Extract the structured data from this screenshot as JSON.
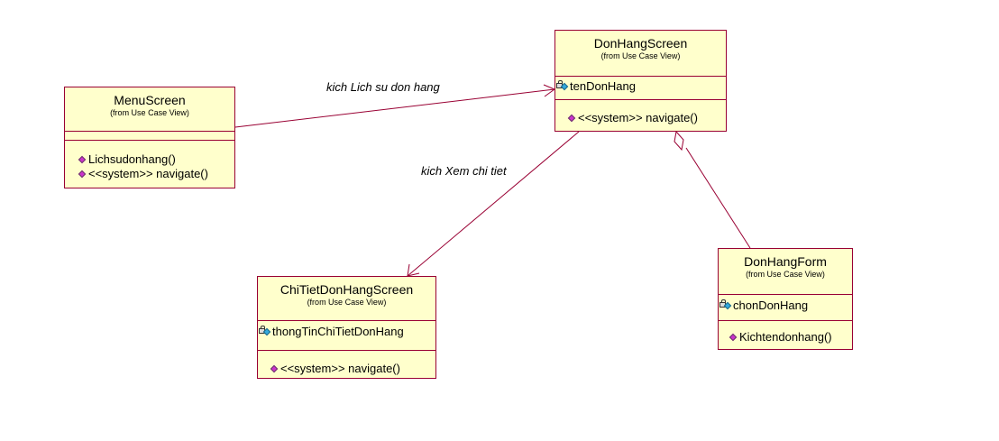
{
  "classes": {
    "menu": {
      "name": "MenuScreen",
      "from": "(from Use Case View)",
      "operations": [
        "Lichsudonhang()",
        "<<system>> navigate()"
      ]
    },
    "donhang_screen": {
      "name": "DonHangScreen",
      "from": "(from Use Case View)",
      "attributes": [
        "tenDonHang"
      ],
      "operations": [
        "<<system>> navigate()"
      ]
    },
    "chitiet": {
      "name": "ChiTietDonHangScreen",
      "from": "(from Use Case View)",
      "attributes": [
        "thongTinChiTietDonHang"
      ],
      "operations": [
        "<<system>> navigate()"
      ]
    },
    "donhang_form": {
      "name": "DonHangForm",
      "from": "(from Use Case View)",
      "attributes": [
        "chonDonHang"
      ],
      "operations": [
        "Kichtendonhang()"
      ]
    }
  },
  "edges": {
    "menu_to_screen": "kich Lich su don hang",
    "screen_to_chitiet": "kich Xem chi tiet"
  },
  "colors": {
    "line": "#990033",
    "fill": "#ffffcc"
  }
}
